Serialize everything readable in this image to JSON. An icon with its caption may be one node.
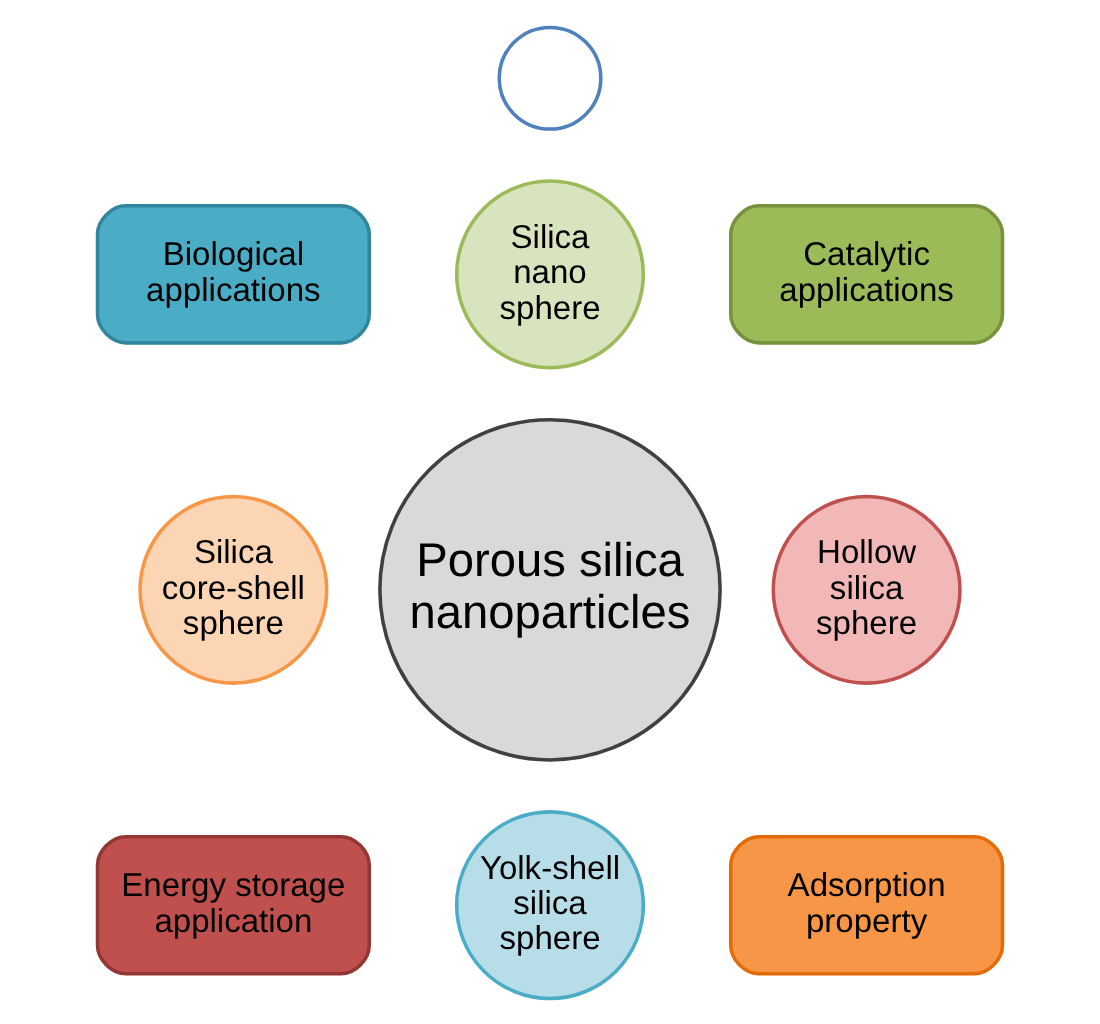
{
  "diagram": {
    "nodes": [
      {
        "text": [],
        "shape": "circle"
      },
      {
        "text": [
          "Biological applications"
        ]
      },
      {
        "text": [
          "Silica nano sphere"
        ]
      },
      {
        "text": [
          "Catalytic applications"
        ]
      },
      {
        "text": [
          "Silica core-shell sphere"
        ]
      },
      {
        "text": [
          "Porous silica nanoparticles"
        ]
      },
      {
        "text": [
          "Hollow silica sphere"
        ]
      },
      {
        "text": [
          "Energy storage application"
        ]
      },
      {
        "text": [
          "Yolk-shell silica sphere"
        ]
      },
      {
        "text": [
          "Adsorption property"
        ]
      }
    ],
    "edges": []
  }
}
